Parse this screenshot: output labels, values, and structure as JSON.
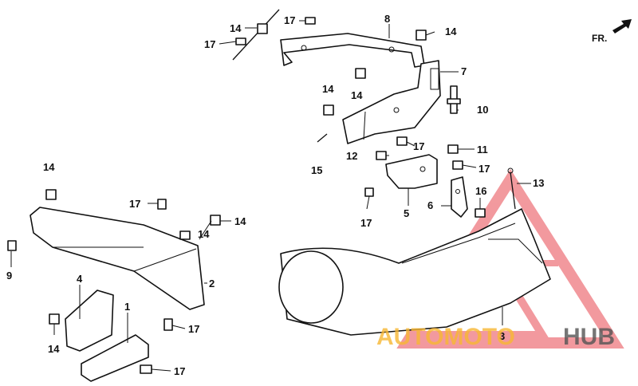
{
  "orientation": {
    "label": "FR.",
    "icon": "arrow-right-icon"
  },
  "callouts": {
    "c1": "1",
    "c2": "2",
    "c3": "3",
    "c5": "5",
    "c6": "6",
    "c7": "7",
    "c8": "8",
    "c9": "9",
    "c10": "10",
    "c11": "11",
    "c12": "12",
    "c13": "13",
    "c15": "15",
    "c16": "16",
    "c14a": "14",
    "c14b": "14",
    "c14c": "14",
    "c14d": "14",
    "c14e": "14",
    "c14f": "14",
    "c14g": "14",
    "c14h": "14",
    "c17a": "17",
    "c17b": "17",
    "c17c": "17",
    "c17d": "17",
    "c17e": "17",
    "c17f": "17",
    "c17g": "17",
    "c17h": "17",
    "c4": "4"
  },
  "watermark": {
    "part1": "AUTOMOTO",
    "part2": "HUB",
    "color_accent": "#f7b733",
    "color_dark": "#555555",
    "triangle_color": "#e8474f"
  }
}
